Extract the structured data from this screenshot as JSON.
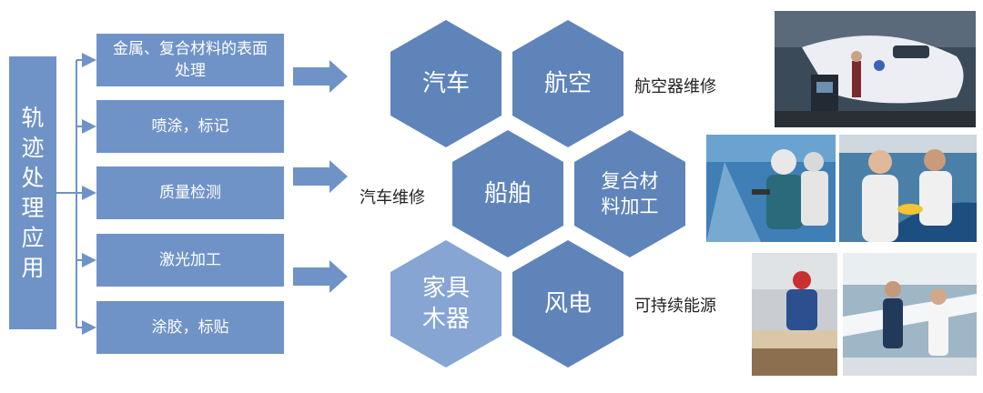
{
  "left_title": "轨迹处理应用",
  "applications": [
    "金属、复合材料的表面处理",
    "喷涂，标记",
    "质量检测",
    "激光加工",
    "涂胶，标贴"
  ],
  "hexagons": {
    "car": "汽车",
    "aviation": "航空",
    "ship": "船舶",
    "composite": "复合材料加工",
    "furniture": "家具木器",
    "wind": "风电"
  },
  "labels": {
    "aircraft_maintenance": "航空器维修",
    "car_repair": "汽车维修",
    "sustainable_energy": "可持续能源"
  },
  "colors": {
    "box": "#6f93c7",
    "hex_dark": "#5f84ba",
    "hex_light": "#86a5d3"
  }
}
